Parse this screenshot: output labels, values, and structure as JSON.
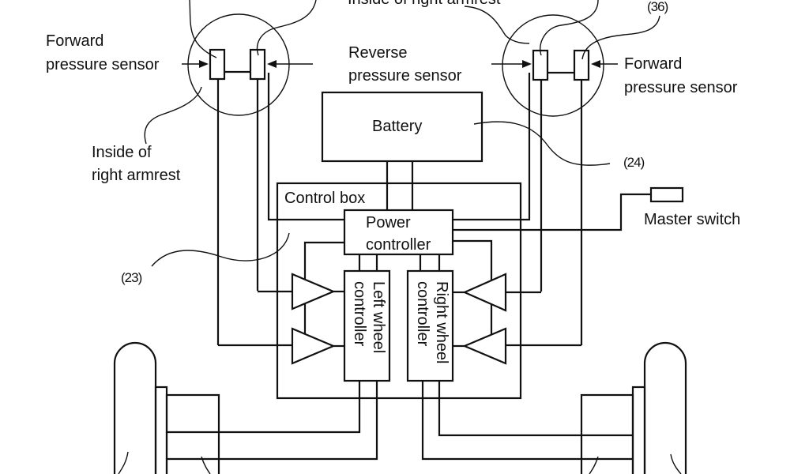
{
  "title_partial": "Inside of right armrest",
  "labels": {
    "forward_sensor_left": [
      "Forward",
      "pressure sensor"
    ],
    "reverse_sensor": [
      "Reverse",
      "pressure sensor"
    ],
    "forward_sensor_right": [
      "Forward",
      "pressure sensor"
    ],
    "inside_right_armrest": [
      "Inside of",
      "right armrest"
    ],
    "battery": "Battery",
    "control_box": "Control box",
    "power_controller": [
      "Power",
      "controller"
    ],
    "master_switch": "Master switch",
    "left_wheel_controller": [
      "Left wheel",
      "controller"
    ],
    "right_wheel_controller": [
      "Right wheel",
      "controller"
    ]
  },
  "references": {
    "ref_36": "(36)",
    "ref_24": "(24)",
    "ref_23": "(23)"
  }
}
